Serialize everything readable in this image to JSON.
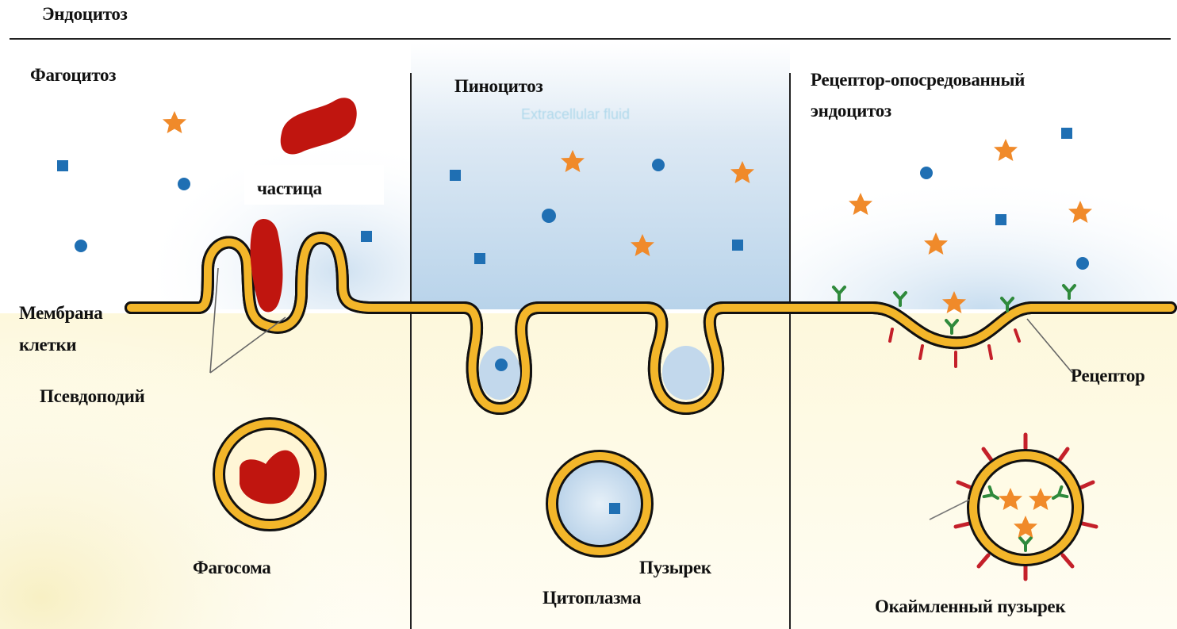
{
  "header": {
    "title": "Эндоцитоз"
  },
  "panels": {
    "phagocytosis": {
      "title": "Фагоцитоз",
      "particle_label": "частица",
      "membrane_label_line1": "Мембрана",
      "membrane_label_line2": "клетки",
      "pseudopod_label": "Псевдоподий",
      "phagosome_label": "Фагосома"
    },
    "pinocytosis": {
      "title": "Пиноцитоз",
      "fluid_label": "Extracellular fluid",
      "vesicle_label": "Пузырек",
      "cytoplasm_label": "Цитоплазма"
    },
    "receptor_mediated": {
      "title_line1": "Рецептор-опосредованный",
      "title_line2": "эндоцитоз",
      "receptor_label": "Рецептор",
      "coated_vesicle_label": "Окаймленный пузырек"
    }
  },
  "colors": {
    "membrane_fill": "#f3b62a",
    "membrane_edge": "#111111",
    "particle": "#c0150f",
    "star": "#f08a2a",
    "molecule": "#1f6fb3",
    "receptor": "#2f8a3c",
    "coat": "#c4202a",
    "extracellular_blue": "#c9dff0",
    "cytoplasm_yellow": "#fbf6d8"
  }
}
